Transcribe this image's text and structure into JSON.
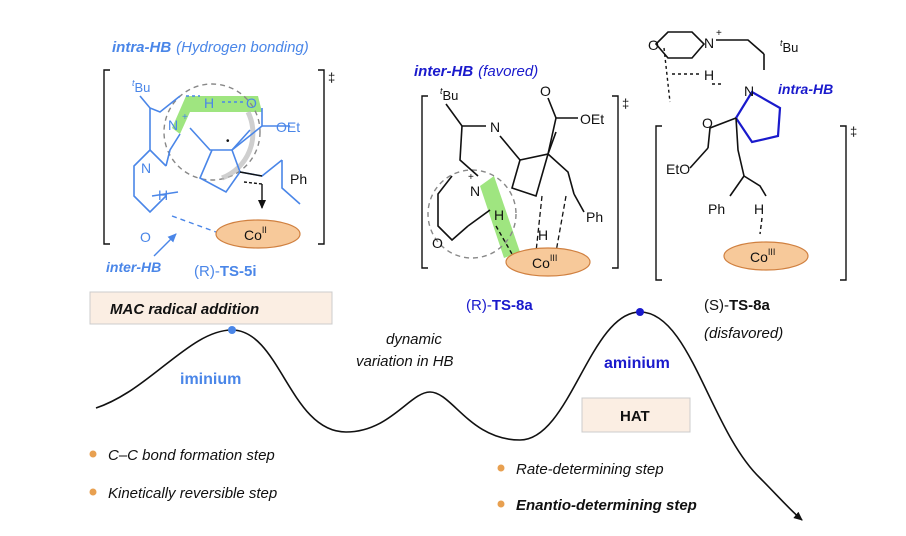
{
  "colors": {
    "light_blue": "#4a86e8",
    "dark_blue": "#1a1acc",
    "black": "#111111",
    "highlight_green": "#8ee06a",
    "co_fill": "#f7c99a",
    "co_stroke": "#d08040",
    "box_fill": "#fbeee3",
    "bullet": "#e8a050"
  },
  "ts5i": {
    "heading_main": "intra-HB",
    "heading_paren": "(Hydrogen bonding)",
    "inter_label": "inter-HB",
    "label_prefix": "(R)-",
    "label_bold": "TS-5i",
    "tbu_sup": "t",
    "tbu": "Bu",
    "n_plus": "N",
    "plus": "+",
    "h": "H",
    "o": "O",
    "oet": "OEt",
    "n_ring": "N",
    "h_left": "H",
    "o_ring": "O",
    "ph": "Ph",
    "co": "Co",
    "co_sup": "II",
    "dagger": "‡",
    "radical_dot": "•"
  },
  "ts8a_r": {
    "heading_main": "inter-HB",
    "heading_paren": "(favored)",
    "label_prefix": "(R)-",
    "label_bold": "TS-8a",
    "tbu_sup": "t",
    "tbu": "Bu",
    "n_imine": "N",
    "o": "O",
    "oet": "OEt",
    "n_plus": "N",
    "plus": "+",
    "h": "H",
    "o_ring": "O",
    "h_co": "H",
    "ph": "Ph",
    "co": "Co",
    "co_sup": "III",
    "dagger": "‡"
  },
  "ts8a_s": {
    "label_prefix": "(S)-",
    "label_bold": "TS-8a",
    "sub_label": "(disfavored)",
    "intra_label": "intra-HB",
    "tbu_sup": "t",
    "tbu": "Bu",
    "o_top": "O",
    "n_plus": "N",
    "plus": "+",
    "h": "H",
    "n_imine": "N",
    "o": "O",
    "eto": "EtO",
    "ph": "Ph",
    "h_co": "H",
    "co": "Co",
    "co_sup": "III",
    "dagger": "‡"
  },
  "energy_profile": {
    "mac_box": "MAC radical addition",
    "iminium": "iminium",
    "dynamic_line1": "dynamic",
    "dynamic_line2": "variation in HB",
    "aminium": "aminium",
    "hat_box": "HAT"
  },
  "bullets_left": [
    "C–C bond formation step",
    "Kinetically reversible step"
  ],
  "bullets_right": [
    "Rate-determining step",
    "Enantio-determining step"
  ]
}
